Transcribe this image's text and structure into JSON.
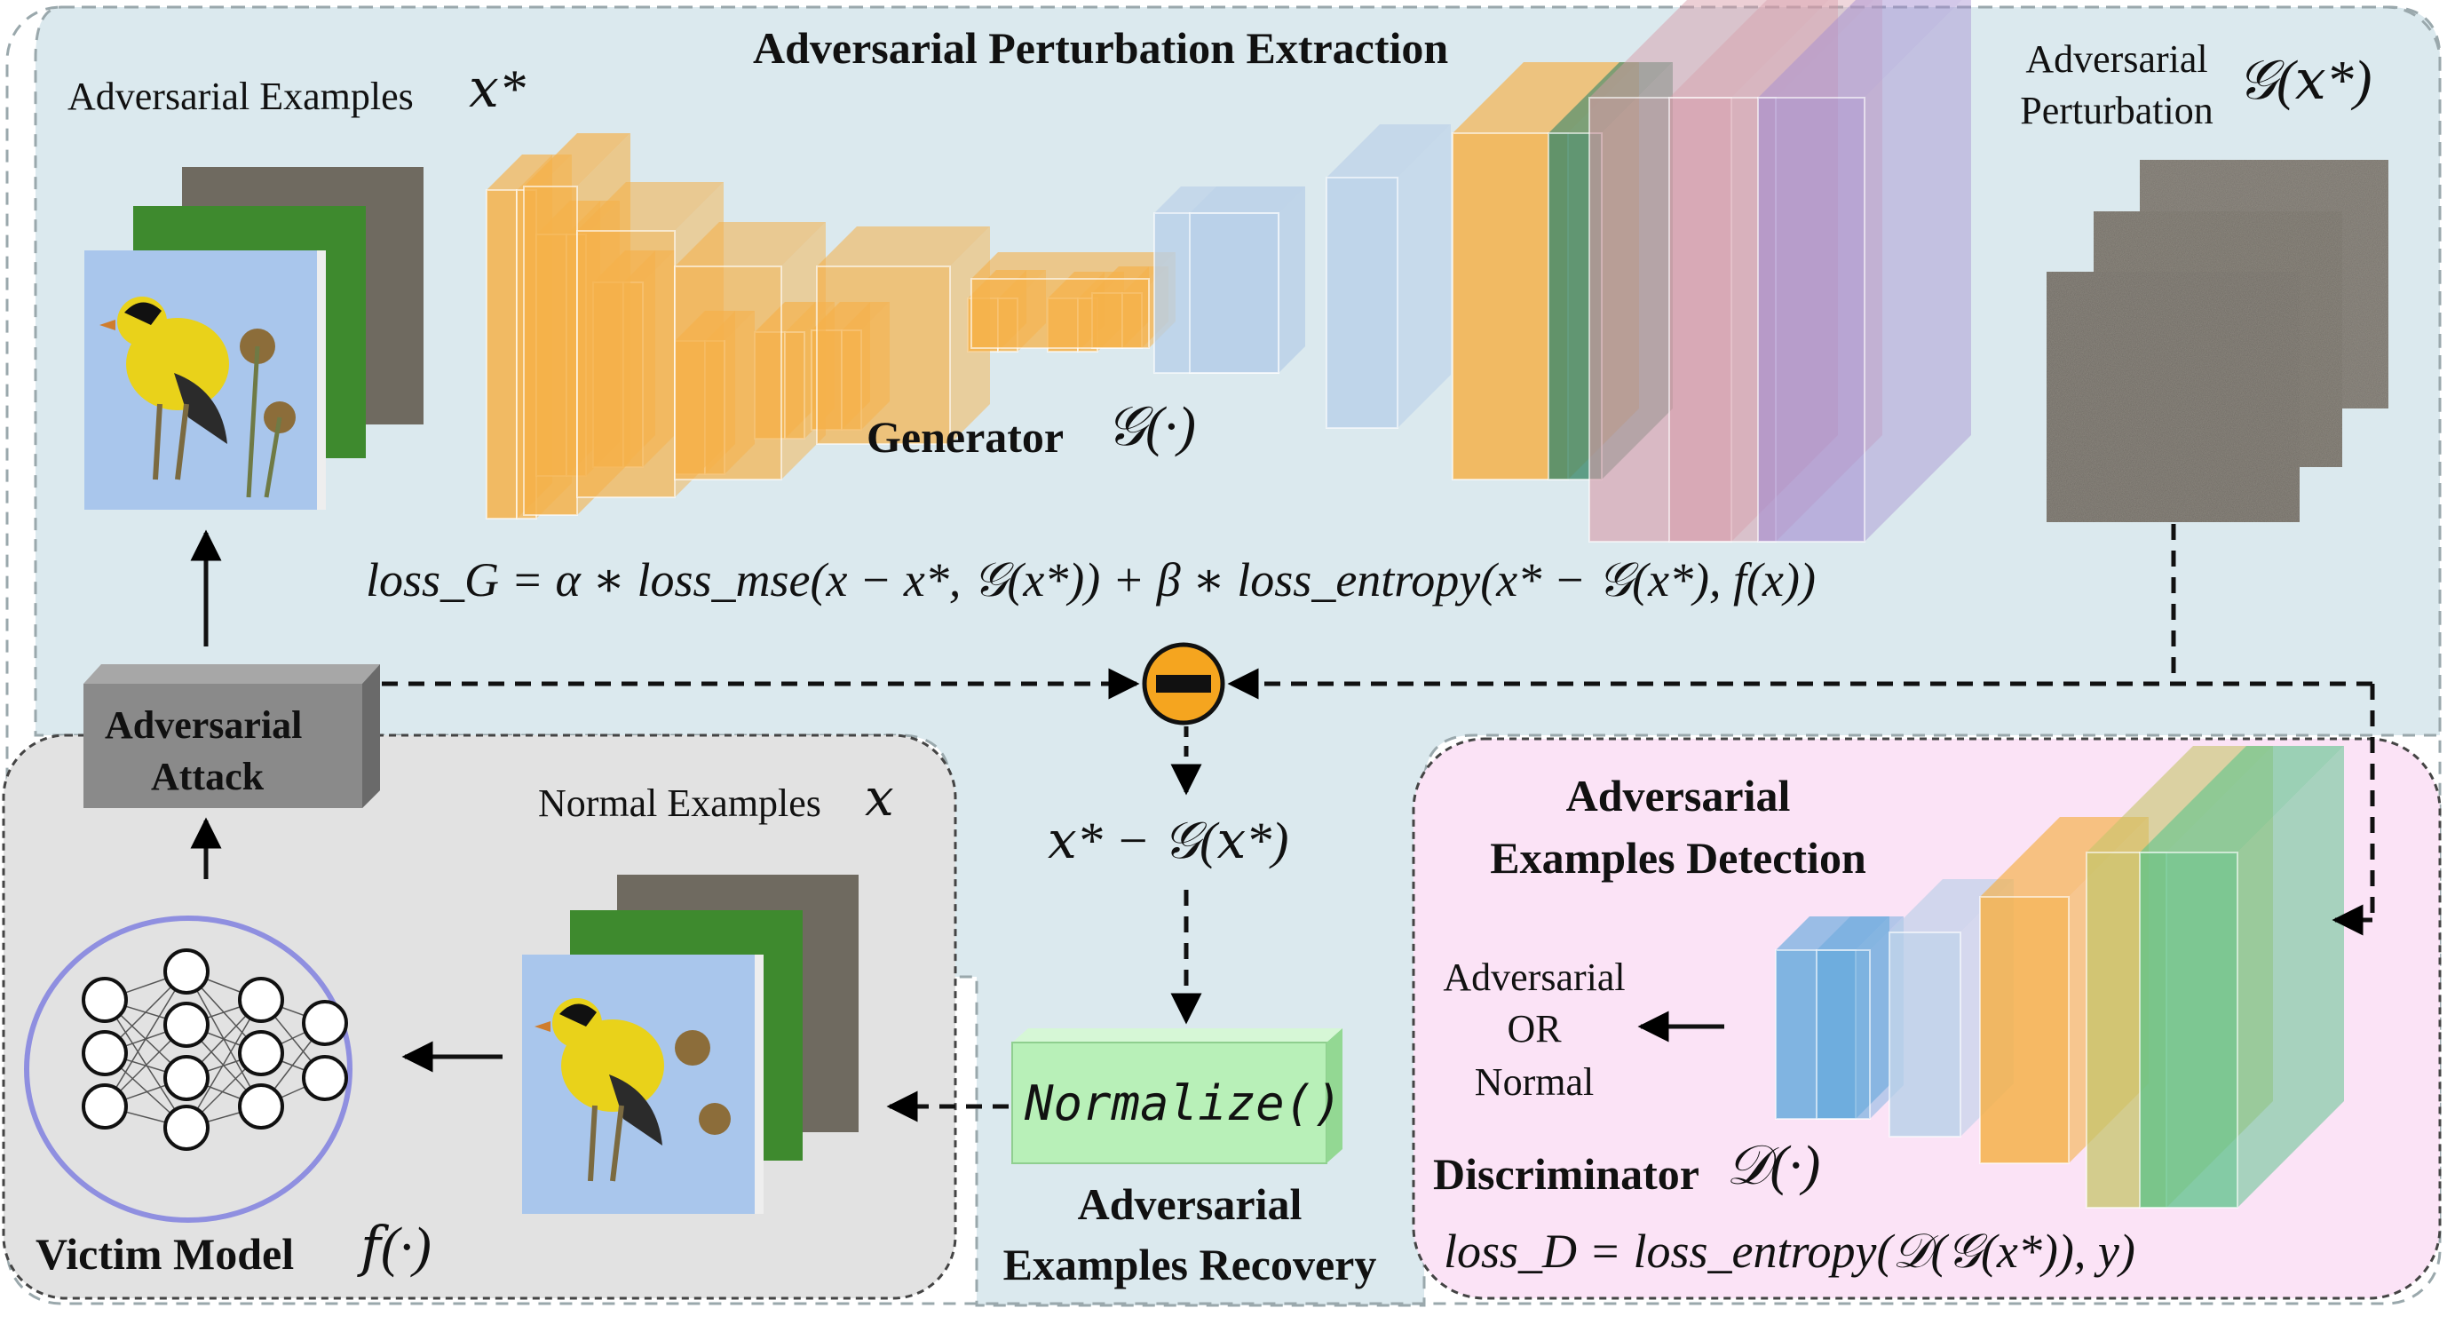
{
  "sections": {
    "extraction": {
      "title": "Adversarial Perturbation Extraction"
    },
    "detection": {
      "title_line1": "Adversarial",
      "title_line2": "Examples Detection"
    },
    "recovery": {
      "title_line1": "Adversarial",
      "title_line2": "Examples Recovery"
    }
  },
  "labels": {
    "adv_examples": "Adversarial Examples",
    "adv_examples_symbol": "𝑥*",
    "adv_perturbation_line1": "Adversarial",
    "adv_perturbation_line2": "Perturbation",
    "adv_perturbation_symbol": "𝒢(𝑥*)",
    "generator": "Generator",
    "generator_symbol": "𝒢(·)",
    "normal_examples": "Normal Examples",
    "normal_examples_symbol": "𝑥",
    "victim_model": "Victim Model",
    "victim_model_symbol": "𝑓(·)",
    "discriminator": "Discriminator",
    "discriminator_symbol": "𝒟(·)",
    "output_line1": "Adversarial",
    "output_line2": "OR",
    "output_line3": "Normal",
    "attack_line1": "Adversarial",
    "attack_line2": "Attack",
    "normalize": "Normalize()",
    "difference": "𝑥* − 𝒢(𝑥*)",
    "minus_symbol": "−"
  },
  "formulas": {
    "loss_g": "loss_G = α ∗ loss_mse(x − x*, 𝒢(x*)) + β ∗ loss_entropy(x* − 𝒢(x*), f(x))",
    "loss_d": "loss_D = loss_entropy(𝒟(𝒢(x*)), y)"
  },
  "colors": {
    "top_panel": "#dbe9ee",
    "victim_panel": "#e2e2e2",
    "detection_panel": "#fbe3f6",
    "normalize_box": "#b8f0b8",
    "attack_box": "#8a8a8a",
    "minus_circle": "#f5a51f",
    "generator_orange": "#f5b14a",
    "generator_blue": "#b8cfe8",
    "generator_pink": "#d79aa8",
    "generator_purple": "#a28bd0",
    "generator_green": "#3f8a6c",
    "disc_blue": "#62a8dc",
    "disc_green": "#5cc38a",
    "network_ring": "#8f8fe0"
  }
}
